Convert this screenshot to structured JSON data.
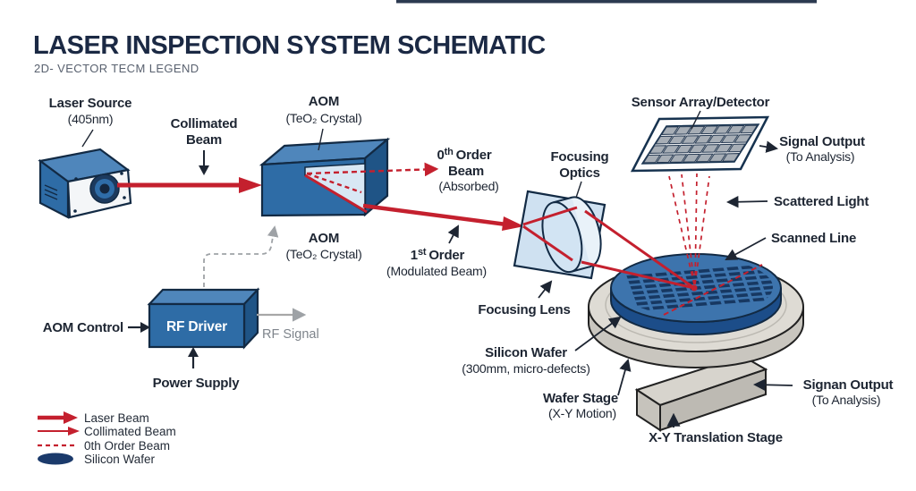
{
  "header": {
    "title": "LASER INSPECTION SYSTEM SCHEMATIC",
    "subtitle": "2D- VECTOR TECM LEGEND"
  },
  "colors": {
    "accent_red": "#c4202e",
    "box_blue": "#2e6ca6",
    "box_blue_light": "#4f86bb",
    "box_blue_dark": "#1f5486",
    "window_blue": "#d8e7f4",
    "navy_outline": "#122a44",
    "title_navy": "#1b2944",
    "stage_gray": "#dedbd4",
    "wafer_blue": "#3d74ad",
    "wafer_rim_blue": "#1c4d89",
    "label_dark": "#1d2532",
    "gray_arrow": "#9ea2a6"
  },
  "labels": {
    "laser_source": {
      "line1": "Laser Source",
      "line2": "(405nm)"
    },
    "collimated_beam": {
      "line1": "Collimated",
      "line2": "Beam"
    },
    "aom_top": {
      "line1": "AOM",
      "line2": "(TeO₂ Crystal)"
    },
    "aom_bottom": {
      "line1": "AOM",
      "line2": "(TeO₂ Crystal)"
    },
    "zero_order": {
      "num": "0",
      "sup": "th",
      "rest": "Order",
      "line2": "Beam",
      "line3": "(Absorbed)"
    },
    "first_order": {
      "num": "1",
      "sup": "st",
      "rest": "Order",
      "line2": "(Modulated Beam)"
    },
    "focusing_optics": {
      "line1": "Focusing",
      "line2": "Optics"
    },
    "focusing_lens": "Focusing Lens",
    "sensor_array": "Sensor Array/Detector",
    "signal_output": {
      "line1": "Signal Output",
      "line2": "(To Analysis)"
    },
    "scattered_light": "Scattered Light",
    "scanned_line": "Scanned Line",
    "silicon_wafer": {
      "line1": "Silicon Wafer",
      "line2": "(300mm, micro-defects)"
    },
    "wafer_stage": {
      "line1": "Wafer Stage",
      "line2": "(X-Y Motion)"
    },
    "signan_output": {
      "line1": "Signan Output",
      "line2": "(To Analysis)"
    },
    "xy_translation_stage": "X-Y Translation Stage",
    "aom_control": "AOM Control",
    "rf_driver": "RF Driver",
    "rf_signal": "RF Signal",
    "power_supply": "Power Supply"
  },
  "legend": {
    "items": [
      {
        "label": "Laser Beam",
        "swatch": "thick-red-arrow"
      },
      {
        "label": "Collimated Beam",
        "swatch": "thin-red-arrow"
      },
      {
        "label": "0th Order Beam",
        "swatch": "red-dashed-line"
      },
      {
        "label": "Silicon Wafer",
        "swatch": "navy-ellipse"
      }
    ]
  }
}
